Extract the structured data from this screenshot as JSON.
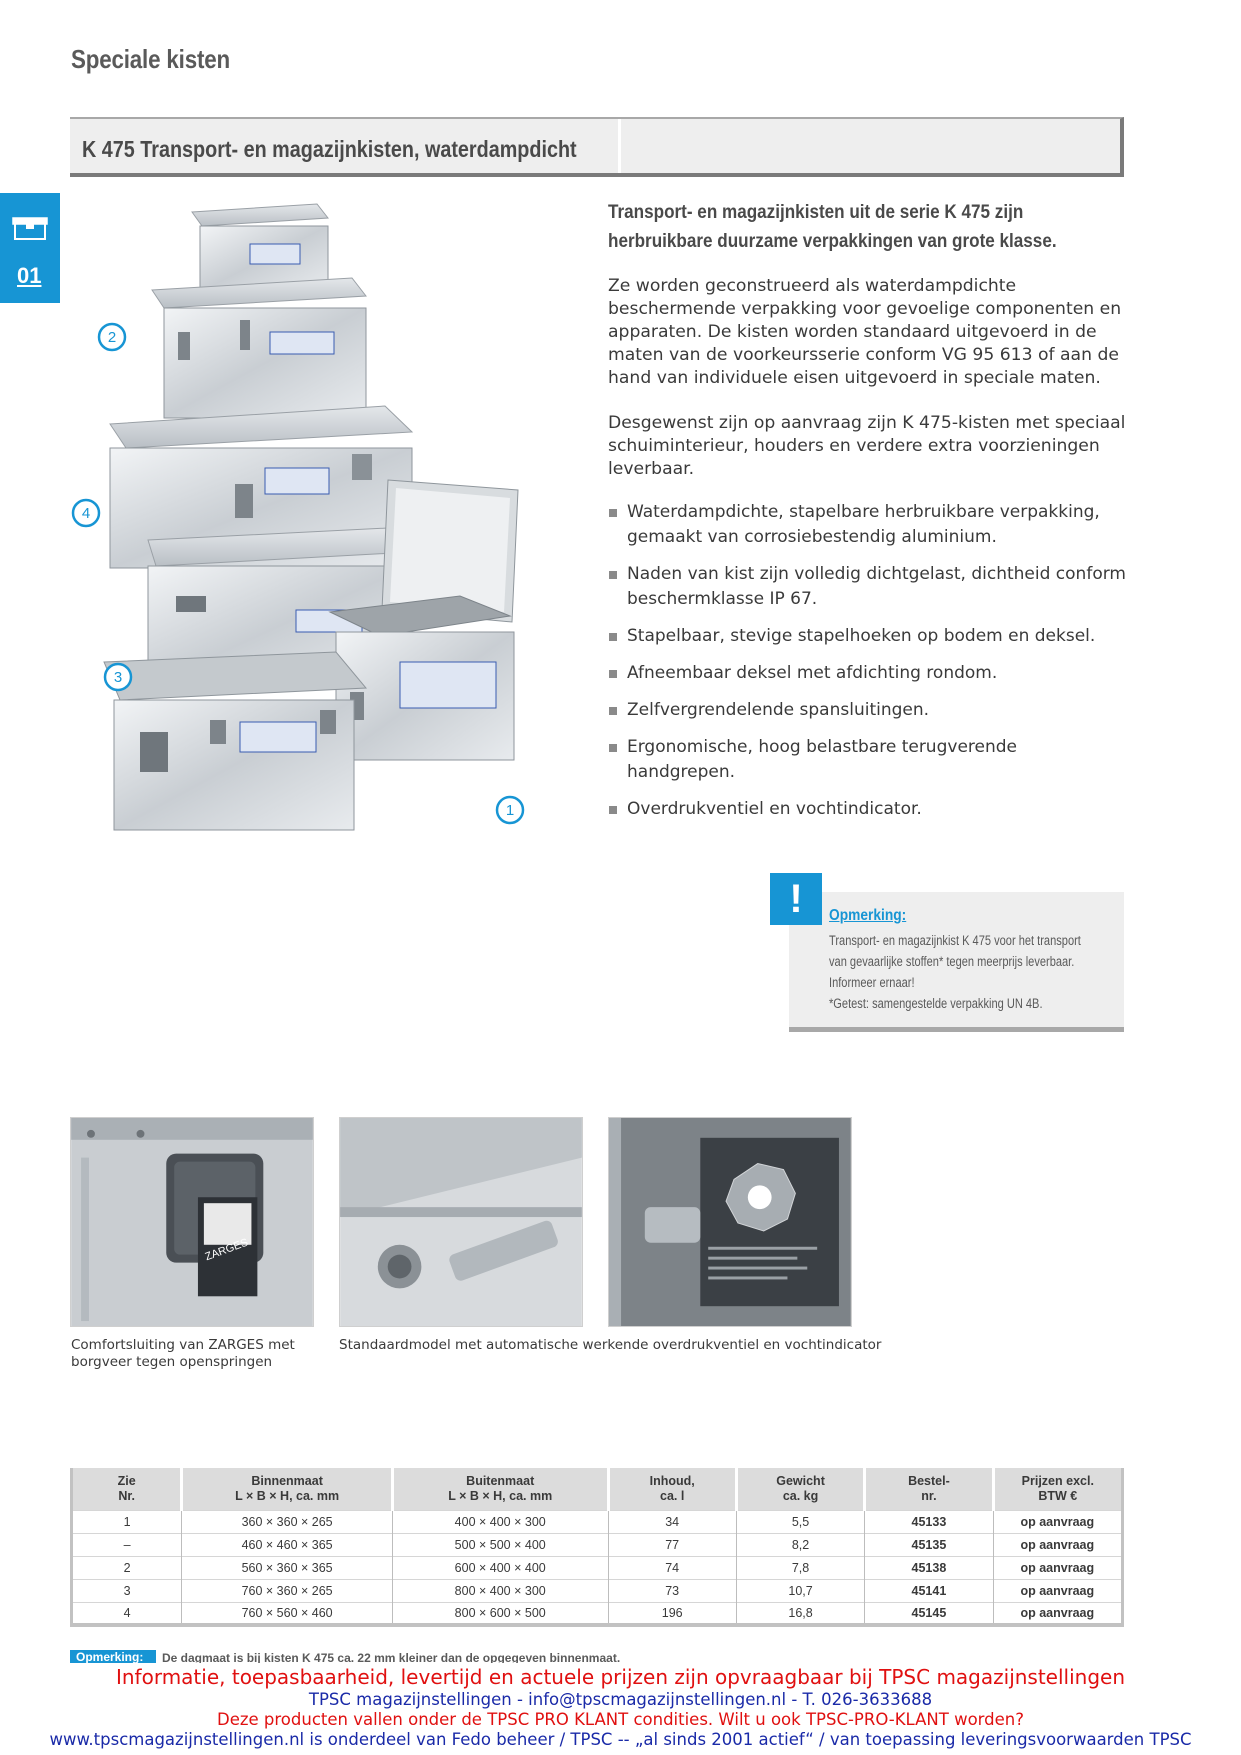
{
  "page": {
    "title": "Speciale kisten",
    "section_number": "01",
    "section_title": "K 475 Transport- en magazijnkisten, waterdampdicht"
  },
  "intro": {
    "bold": "Transport- en magazijnkisten uit de serie K 475 zijn herbruikbare duurzame verpakkingen van grote klasse.",
    "paragraph1": "Ze worden geconstrueerd als waterdampdichte beschermende verpakking voor gevoelige componenten en apparaten. De kisten worden standaard uitgevoerd in de maten van de voorkeursserie conform VG 95 613 of aan de hand van individuele eisen uitgevoerd in speciale maten.",
    "paragraph2": "Desgewenst zijn op aanvraag zijn K 475-kisten met speciaal schuiminterieur, houders en verdere extra voorzieningen leverbaar."
  },
  "features": [
    "Waterdampdichte, stapelbare herbruikbare verpakking, gemaakt van corrosiebestendig aluminium.",
    "Naden van kist zijn volledig dichtgelast, dichtheid conform beschermklasse IP 67.",
    "Stapelbaar, stevige stapelhoeken op bodem en deksel.",
    "Afneembaar deksel met afdichting rondom.",
    "Zelfvergrendelende spansluitingen.",
    "Ergonomische, hoog belastbare terugverende handgrepen.",
    "Overdrukventiel en vochtindicator."
  ],
  "hero_labels": [
    "1",
    "2",
    "3",
    "4"
  ],
  "note": {
    "icon": "!",
    "title": "Opmerking:",
    "lines": [
      "Transport- en magazijnkist K 475 voor het transport",
      "van gevaarlijke stoffen* tegen meerprijs leverbaar.",
      "Informeer ernaar!",
      "*Getest: samengestelde verpakking UN 4B."
    ]
  },
  "photos": {
    "zarges_logo": "ZARGES",
    "caption1": "Comfortsluiting van ZARGES met borgveer tegen openspringen",
    "caption2": "Standaardmodel met automatische werkende overdrukventiel en vochtindicator"
  },
  "table": {
    "headers": [
      [
        "Zie",
        "Nr."
      ],
      [
        "Binnenmaat",
        "L × B × H, ca. mm"
      ],
      [
        "Buitenmaat",
        "L × B × H, ca. mm"
      ],
      [
        "Inhoud,",
        "ca. l"
      ],
      [
        "Gewicht",
        "ca. kg"
      ],
      [
        "Bestel-",
        "nr."
      ],
      [
        "Prijzen excl.",
        "BTW €"
      ]
    ],
    "rows": [
      [
        "1",
        "360 × 360 × 265",
        "400 × 400 × 300",
        "34",
        "5,5",
        "45133",
        "op aanvraag"
      ],
      [
        "–",
        "460 × 460 × 365",
        "500 × 500 × 400",
        "77",
        "8,2",
        "45135",
        "op aanvraag"
      ],
      [
        "2",
        "560 × 360 × 365",
        "600 × 400 × 400",
        "74",
        "7,8",
        "45138",
        "op aanvraag"
      ],
      [
        "3",
        "760 × 360 × 265",
        "800 × 400 × 300",
        "73",
        "10,7",
        "45141",
        "op aanvraag"
      ],
      [
        "4",
        "760 × 560 × 460",
        "800 × 600 × 500",
        "196",
        "16,8",
        "45145",
        "op aanvraag"
      ]
    ]
  },
  "remark": {
    "tag": "Opmerking:",
    "text": "De dagmaat is bij kisten K 475 ca. 22 mm kleiner dan de opgegeven binnenmaat."
  },
  "footer": {
    "line1": "Informatie, toepasbaarheid, levertijd en actuele prijzen zijn opvraagbaar bij TPSC magazijnstellingen",
    "line2": "TPSC magazijnstellingen - info@tpscmagazijnstellingen.nl - T. 026-3633688",
    "line3": "Deze producten vallen onder de TPSC PRO KLANT condities. Wilt u ook TPSC-PRO-KLANT worden?",
    "line4": "www.tpscmagazijnstellingen.nl is onderdeel van Fedo beheer / TPSC -- „al sinds 2001 actief“ / van toepassing leveringsvoorwaarden TPSC"
  },
  "colors": {
    "accent_blue": "#1795d4",
    "footer_red": "#e01010",
    "footer_blue": "#1a2aa8"
  }
}
